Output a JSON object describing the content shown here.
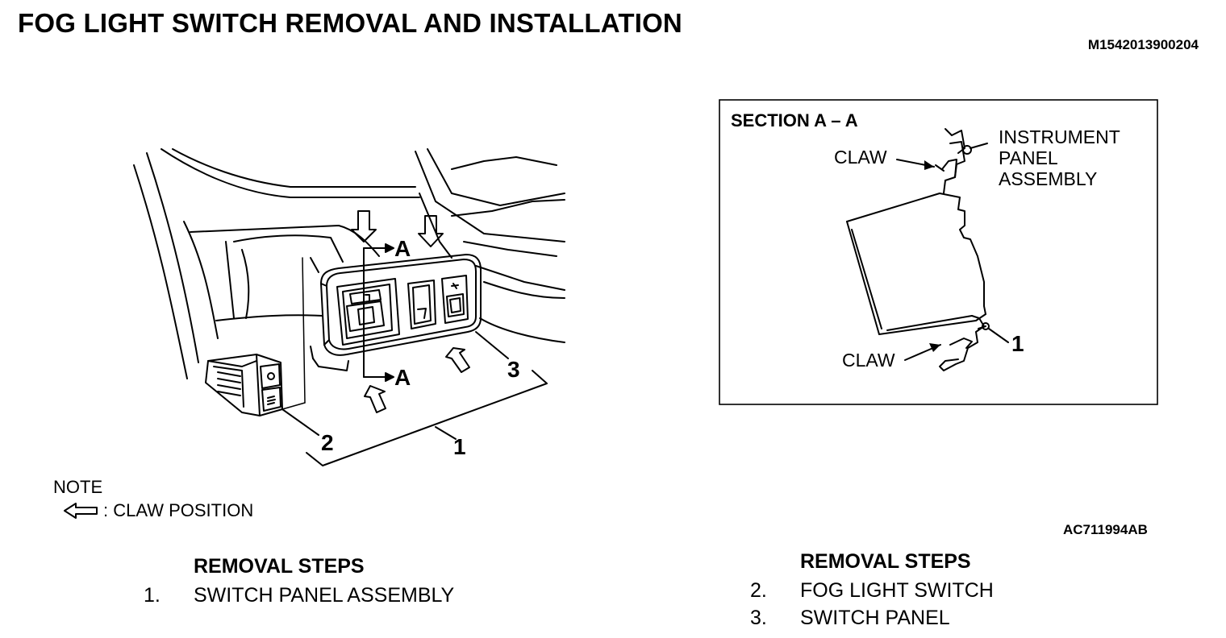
{
  "title": "FOG LIGHT SWITCH REMOVAL AND INSTALLATION",
  "doc_id": "M1542013900204",
  "figure_id": "AC711994AB",
  "main_figure": {
    "section_marker": "A",
    "callouts": [
      "1",
      "2",
      "3"
    ]
  },
  "section_view": {
    "title": "SECTION A – A",
    "labels": {
      "claw_top": "CLAW",
      "claw_bottom": "CLAW",
      "instrument_line1": "INSTRUMENT",
      "instrument_line2": "PANEL",
      "instrument_line3": "ASSEMBLY",
      "callout": "1"
    }
  },
  "note": {
    "heading": "NOTE",
    "legend_icon": "hollow-arrow-left-icon",
    "legend_text": ": CLAW POSITION"
  },
  "removal_steps_left": {
    "heading": "REMOVAL STEPS",
    "items": [
      {
        "num": "1.",
        "text": "SWITCH PANEL ASSEMBLY"
      }
    ]
  },
  "removal_steps_right": {
    "heading": "REMOVAL STEPS",
    "items": [
      {
        "num": "2.",
        "text": "FOG LIGHT SWITCH"
      },
      {
        "num": "3.",
        "text": "SWITCH PANEL"
      }
    ]
  }
}
